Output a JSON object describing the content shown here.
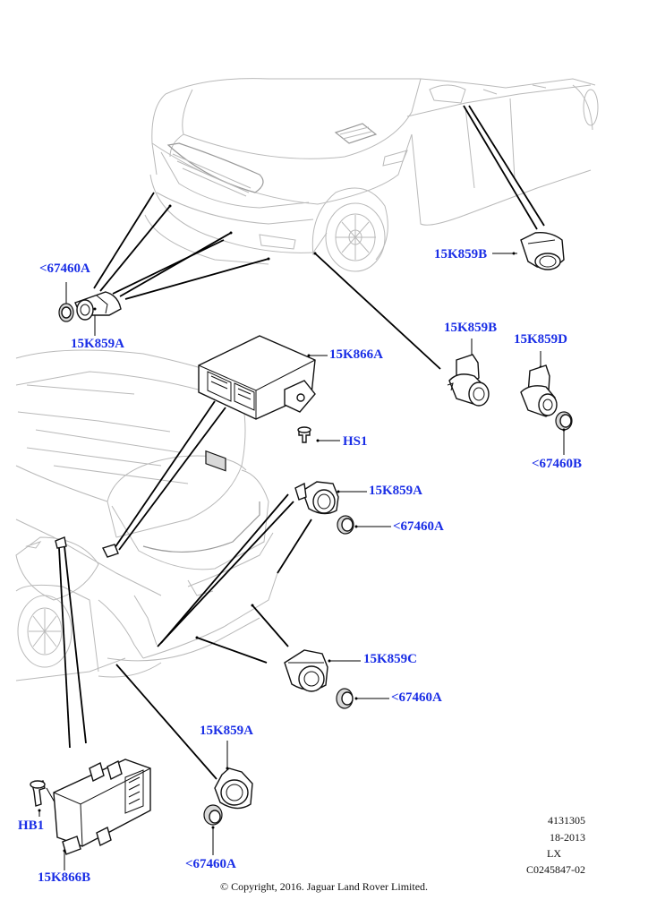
{
  "diagram": {
    "callouts": {
      "c_67460A_front": "<67460A",
      "c_15K859A_front": "15K859A",
      "c_15K859B_mirror": "15K859B",
      "c_15K859B_side": "15K859B",
      "c_15K859D": "15K859D",
      "c_67460B": "<67460B",
      "c_15K866A": "15K866A",
      "c_HS1": "HS1",
      "c_15K859A_rear_upper": "15K859A",
      "c_67460A_rear_upper": "<67460A",
      "c_15K859C": "15K859C",
      "c_67460A_rear_mid": "<67460A",
      "c_15K859A_rear_lower": "15K859A",
      "c_67460A_rear_lower": "<67460A",
      "c_HB1": "HB1",
      "c_15K866B": "15K866B"
    },
    "meta": {
      "illustration_number": "4131305",
      "date_code": "18-2013",
      "model_code": "LX",
      "catalog_ref": "C0245847-02"
    },
    "copyright": "© Copyright, 2016. Jaguar Land Rover Limited.",
    "colors": {
      "callout": "#1a2ee6",
      "car_outline": "#b9b9b9",
      "leader": "#000000"
    }
  }
}
